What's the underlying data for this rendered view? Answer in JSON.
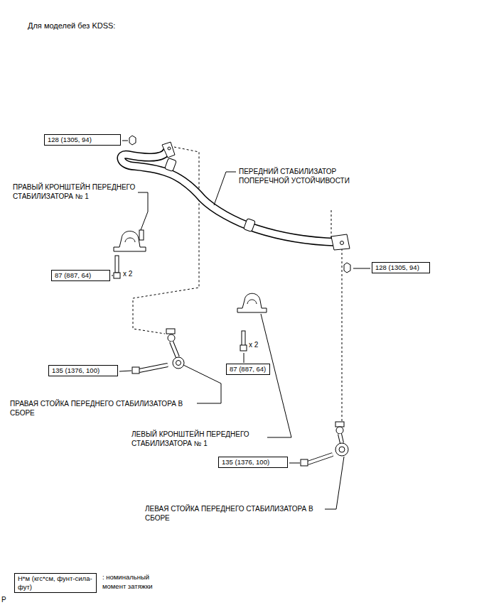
{
  "diagram": {
    "title": "Для моделей без KDSS:",
    "nodes": [
      {
        "text": [
          "128 (1305, 94)"
        ]
      },
      {
        "text": [
          "87 (887, 64)"
        ]
      },
      {
        "text": [
          "128 (1305, 94)"
        ]
      },
      {
        "text": [
          "135 (1376, 100)"
        ]
      },
      {
        "text": [
          "87 (887, 64)"
        ]
      },
      {
        "text": [
          "135 (1376, 100)"
        ]
      },
      {
        "text": [
          "Н*м (кгс*см, фунт-сила-фут)"
        ]
      }
    ],
    "labels": [
      "ПРАВЫЙ КРОНШТЕЙН ПЕРЕДНЕГО СТАБИЛИЗАТОРА № 1",
      "ПЕРЕДНИЙ СТАБИЛИЗАТОР ПОПЕРЕЧНОЙ УСТОЙЧИВОСТИ",
      "x 2",
      "x 2",
      "ПРАВАЯ СТОЙКА ПЕРЕДНЕГО СТАБИЛИЗАТОРА В СБОРЕ",
      "ЛЕВЫЙ КРОНШТЕЙН ПЕРЕДНЕГО СТАБИЛИЗАТОРА № 1",
      "ЛЕВАЯ СТОЙКА ПЕРЕДНЕГО СТАБИЛИЗАТОРА В СБОРЕ",
      ": номинальный момент затяжки",
      "P"
    ]
  }
}
